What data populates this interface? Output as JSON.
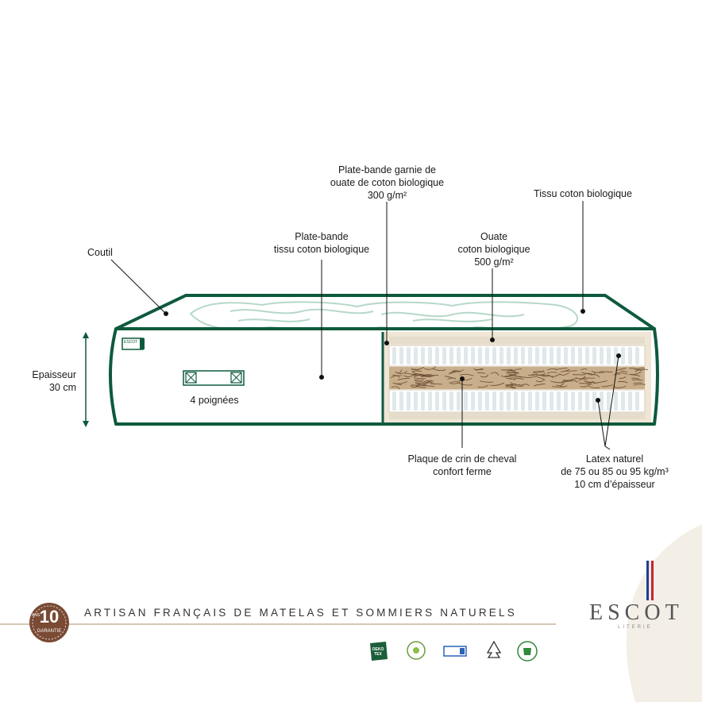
{
  "labels": {
    "coutil": "Coutil",
    "plate_bande_garnie_1": "Plate-bande garnie de",
    "plate_bande_garnie_2": "ouate de coton biologique",
    "plate_bande_garnie_3": "300 g/m²",
    "tissu_coton": "Tissu coton biologique",
    "plate_bande_tissu_1": "Plate-bande",
    "plate_bande_tissu_2": "tissu coton biologique",
    "ouate_1": "Ouate",
    "ouate_2": "coton biologique",
    "ouate_3": "500 g/m²",
    "epaisseur_1": "Epaisseur",
    "epaisseur_2": "30 cm",
    "poignees": "4 poignées",
    "crin_1": "Plaque de crin de cheval",
    "crin_2": "confort ferme",
    "latex_1": "Latex naturel",
    "latex_2": "de 75 ou 85 ou 95 kg/m³",
    "latex_3": "10 cm d’épaisseur"
  },
  "footer": {
    "tagline": "ARTISAN FRANÇAIS DE MATELAS ET SOMMIERS NATURELS",
    "badge_number": "10",
    "badge_ans": "ANS",
    "badge_garantie": "GARANTIE",
    "brand": "ESCOT",
    "brand_sub": "LITERIE",
    "cert_oeko": "OEKO TEX"
  },
  "colors": {
    "frame_green": "#0e5a3c",
    "latex_beige": "#e6dccb",
    "badge_brown": "#7a4a34",
    "horsehair_brown": "#8a6a48"
  }
}
